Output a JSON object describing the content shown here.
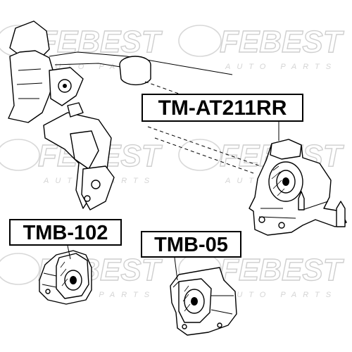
{
  "watermark": {
    "brand": "FEBEST",
    "tagline": "AUTO PARTS"
  },
  "callouts": {
    "part_1": "TM-AT211RR",
    "part_2": "TMB-102",
    "part_3": "TMB-05"
  },
  "colors": {
    "ink": "#000000",
    "watermark": "#d0d0d0",
    "background": "#ffffff"
  }
}
